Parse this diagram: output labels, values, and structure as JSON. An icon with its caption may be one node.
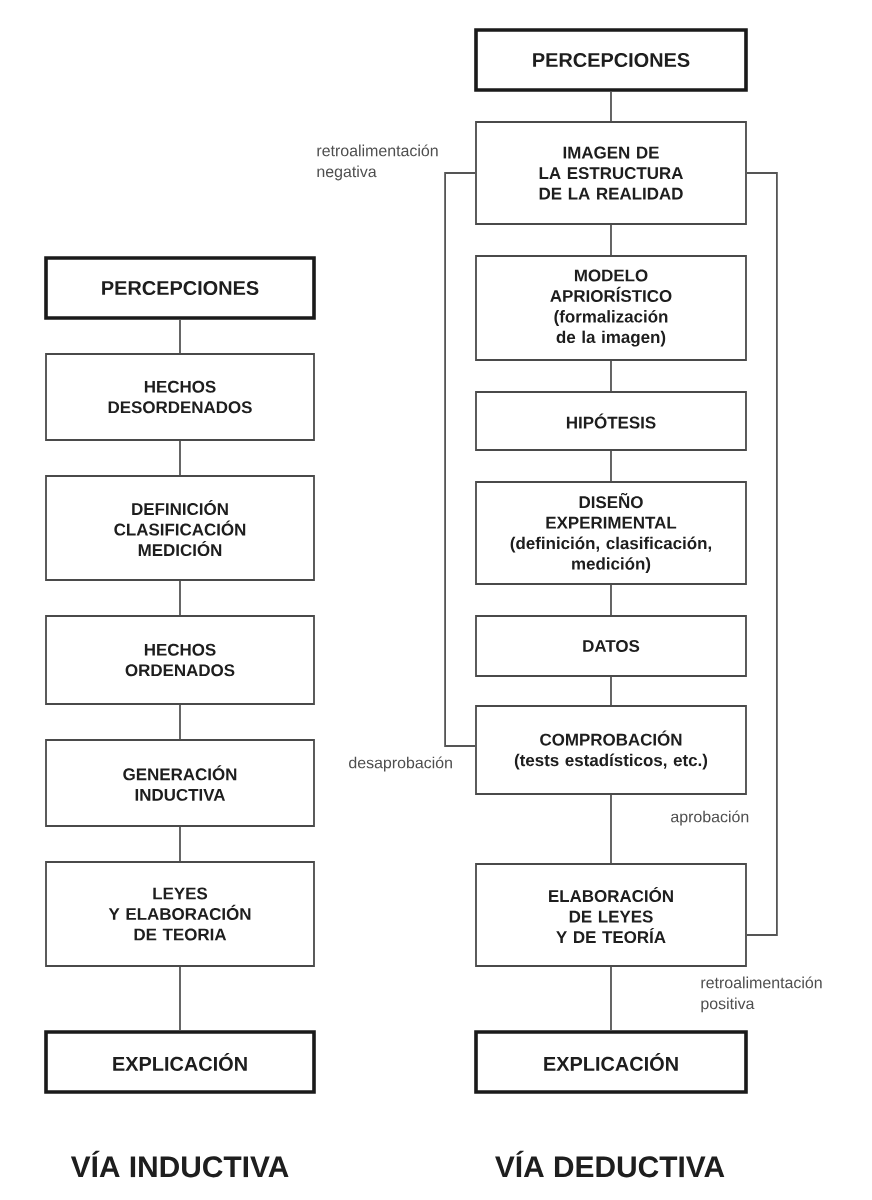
{
  "diagram": {
    "nodes": [
      {
        "text": [
          "PERCEPCIONES"
        ]
      },
      {
        "text": [
          "HECHOS DESORDENADOS"
        ]
      },
      {
        "text": [
          "DEFINICIÓN CLASIFICACIÓN MEDICIÓN"
        ]
      },
      {
        "text": [
          "HECHOS ORDENADOS"
        ]
      },
      {
        "text": [
          "GENERACIÓN INDUCTIVA"
        ]
      },
      {
        "text": [
          "LEYES Y ELABORACIÓN DE TEORIA"
        ]
      },
      {
        "text": [
          "EXPLICACIÓN"
        ]
      },
      {
        "text": [
          "PERCEPCIONES"
        ]
      },
      {
        "text": [
          "IMAGEN DE LA ESTRUCTURA DE LA REALIDAD"
        ]
      },
      {
        "text": [
          "MODELO APRIORÍSTICO (formalización de la imagen)"
        ]
      },
      {
        "text": [
          "HIPÓTESIS"
        ]
      },
      {
        "text": [
          "DISEÑO EXPERIMENTAL (definición, clasificación, medición)"
        ]
      },
      {
        "text": [
          "DATOS"
        ]
      },
      {
        "text": [
          "COMPROBACIÓN (tests estadísticos, etc.)"
        ]
      },
      {
        "text": [
          "ELABORACIÓN DE LEYES Y DE TEORÍA"
        ]
      },
      {
        "text": [
          "EXPLICACIÓN"
        ]
      }
    ],
    "edges": [
      {
        "from": 0,
        "to": 1,
        "arrow": "none"
      },
      {
        "from": 1,
        "to": 2,
        "arrow": "none"
      },
      {
        "from": 2,
        "to": 3,
        "arrow": "none"
      },
      {
        "from": 3,
        "to": 4,
        "arrow": "none"
      },
      {
        "from": 4,
        "to": 5,
        "arrow": "none"
      },
      {
        "from": 5,
        "to": 6,
        "arrow": "none"
      },
      {
        "from": 7,
        "to": 8,
        "arrow": "none"
      },
      {
        "from": 8,
        "to": 9,
        "arrow": "none"
      },
      {
        "from": 9,
        "to": 10,
        "arrow": "none"
      },
      {
        "from": 10,
        "to": 11,
        "arrow": "none"
      },
      {
        "from": 11,
        "to": 12,
        "arrow": "none"
      },
      {
        "from": 12,
        "to": 13,
        "arrow": "none"
      },
      {
        "from": 13,
        "to": 14,
        "arrow": "none",
        "label": "aprobación"
      },
      {
        "from": 14,
        "to": 15,
        "arrow": "none"
      },
      {
        "from": 13,
        "to": 8,
        "arrow": "none",
        "label": "retroalimentación negativa"
      },
      {
        "from": 14,
        "to": 8,
        "arrow": "none",
        "label": "retroalimentación positiva"
      }
    ],
    "labels": [
      "desaprobación",
      "VÍA INDUCTIVA",
      "VÍA DEDUCTIVA"
    ]
  }
}
